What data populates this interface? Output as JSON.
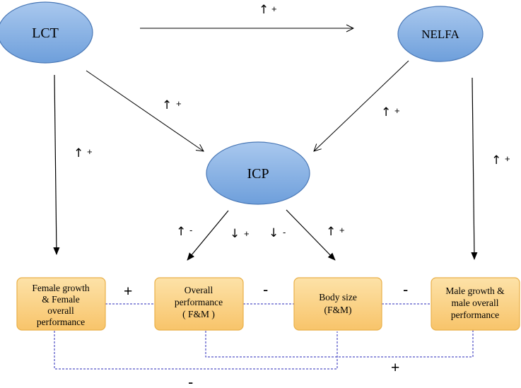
{
  "colors": {
    "ellipse_fill_top": "#a9c8ee",
    "ellipse_fill_bottom": "#6e9fdb",
    "ellipse_stroke": "#4a78b6",
    "box_fill_top": "#fde2a8",
    "box_fill_bottom": "#f8c46a",
    "box_stroke": "#e9b04a",
    "dashed_line": "#2a2ab8",
    "arrow": "#000000"
  },
  "nodes": {
    "lct": "LCT",
    "nelfa": "NELFA",
    "icp": "ICP"
  },
  "boxes": {
    "female": [
      "Female growth",
      "& Female",
      "overall",
      "performance"
    ],
    "overall": [
      "Overall",
      "performance",
      "( F&M )"
    ],
    "body": [
      "Body size",
      "(F&M)"
    ],
    "male": [
      "Male growth &",
      "male overall",
      "performance"
    ]
  },
  "arrow_labels": {
    "lct_nelfa": {
      "glyph": "↑",
      "sign": "+"
    },
    "lct_icp": {
      "glyph": "↑",
      "sign": "+"
    },
    "nelfa_icp": {
      "glyph": "↑",
      "sign": "+"
    },
    "lct_female": {
      "glyph": "↑",
      "sign": "+"
    },
    "nelfa_male": {
      "glyph": "↑",
      "sign": "+"
    },
    "icp_overall_up": {
      "glyph": "↑",
      "sign": "-"
    },
    "icp_overall_down": {
      "glyph": "↓",
      "sign": "+"
    },
    "icp_body_down": {
      "glyph": "↓",
      "sign": "-"
    },
    "icp_body_up": {
      "glyph": "↑",
      "sign": "+"
    }
  },
  "correlation_signs": {
    "female_overall": "+",
    "overall_body": "-",
    "body_male": "-",
    "body_male_bottom": "+",
    "female_body_bottom": "-"
  }
}
